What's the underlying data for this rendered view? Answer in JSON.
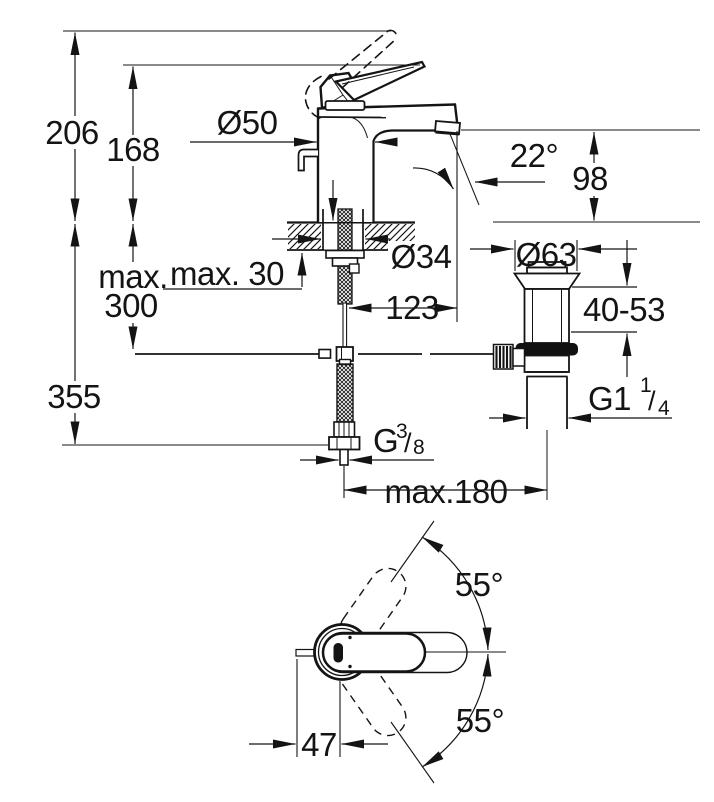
{
  "drawing": {
    "type": "faucet-installation-dimension-diagram",
    "colors": {
      "line": "#141414",
      "background": "#ffffff",
      "gasket": "#111111"
    },
    "side_view": {
      "height_total": "206",
      "height_to_spout": "168",
      "base_diameter": "Ø50",
      "spout_angle": "22°",
      "spout_outlet_height": "98",
      "deck_thickness_max": "max. 30",
      "pullrod_max_line1": "max.",
      "pullrod_max_line2": "300",
      "below_deck_depth": "355",
      "hole_diameter": "Ø34",
      "spout_reach": "123",
      "waste_flange_diameter": "Ø63",
      "waste_adjust_range": "40-53",
      "waste_thread": {
        "prefix": "G1",
        "sup": "1",
        "slash": "/",
        "sub": "4"
      },
      "hose_thread": {
        "prefix": "G",
        "sup": "3",
        "slash": "/",
        "sub": "8"
      },
      "hose_offset_max": "max.180"
    },
    "top_view": {
      "swing_angle_upper": "55°",
      "swing_angle_lower": "55°",
      "rod_projection": "47"
    }
  }
}
